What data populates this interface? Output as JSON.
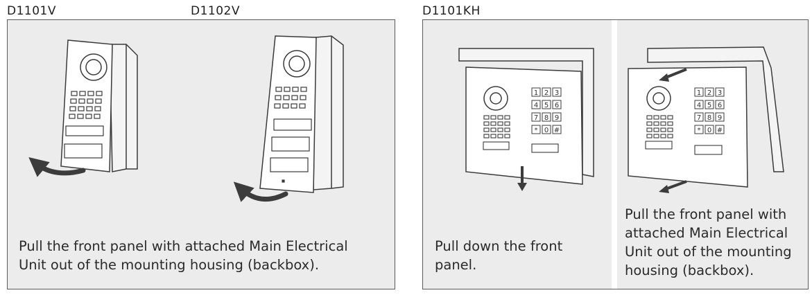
{
  "labels": {
    "d1101v": "D1101V",
    "d1102v": "D1102V",
    "d1101kh": "D1101KH"
  },
  "captions": {
    "left": "Pull the front panel with attached Main Electrical Unit out of the mounting housing (backbox).",
    "middle": "Pull down the front panel.",
    "right": "Pull the front panel with attached Main Electrical Unit out of the mounting housing (backbox)."
  },
  "keypad": {
    "keys": [
      "1",
      "2",
      "3",
      "4",
      "5",
      "6",
      "7",
      "8",
      "9",
      "*",
      "0",
      "#"
    ]
  },
  "colors": {
    "panel_background": "#ececec",
    "border": "#5a5a5a",
    "arrow": "#3c3c3c"
  },
  "icons": [
    "pull-arrow-icon",
    "down-arrow-icon",
    "camera-lens-icon",
    "keypad-icon"
  ]
}
